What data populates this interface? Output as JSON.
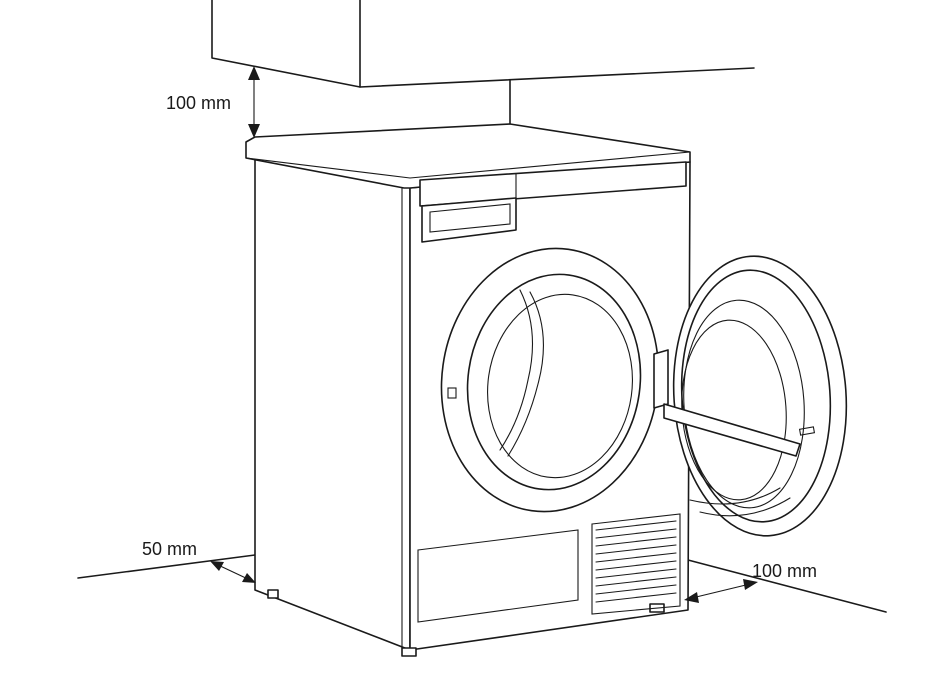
{
  "diagram": {
    "clearance_top": {
      "label": "100 mm"
    },
    "clearance_side": {
      "label": "50 mm"
    },
    "clearance_right": {
      "label": "100 mm"
    }
  }
}
